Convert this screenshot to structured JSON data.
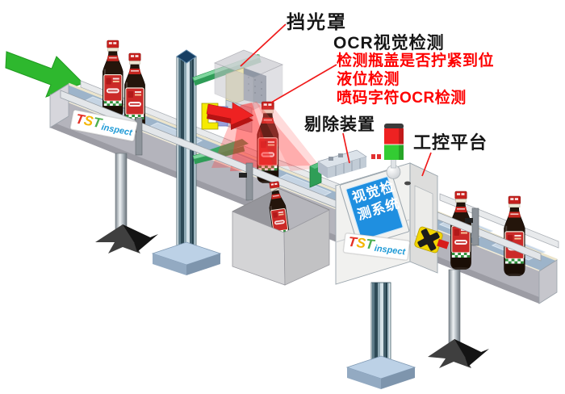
{
  "diagram": {
    "labels": {
      "light_shield": "挡光罩",
      "ocr_title": "OCR视觉检测",
      "ocr_details": [
        "检测瓶盖是否拧紧到位",
        "液位检测",
        "喷码字符OCR检测"
      ],
      "rejector": "剔除装置",
      "control_platform": "工控平台"
    },
    "console_screen": {
      "line1": "视觉检",
      "line2": "测系统"
    },
    "brand": {
      "t1": "T",
      "s": "S",
      "t2": "T",
      "suffix": "inspect"
    },
    "colors": {
      "annotation_red": "#fe0000",
      "flow_arrow_green": "#2eb82e",
      "screen_blue": "#1f8fe0",
      "beam_red": "#ff3b30",
      "tower_red": "#ee2222",
      "tower_green": "#33cc33",
      "brand_t1": "#e53126",
      "brand_s": "#f4b400",
      "brand_t2": "#4caf50",
      "brand_suffix": "#1e9ad6"
    }
  }
}
